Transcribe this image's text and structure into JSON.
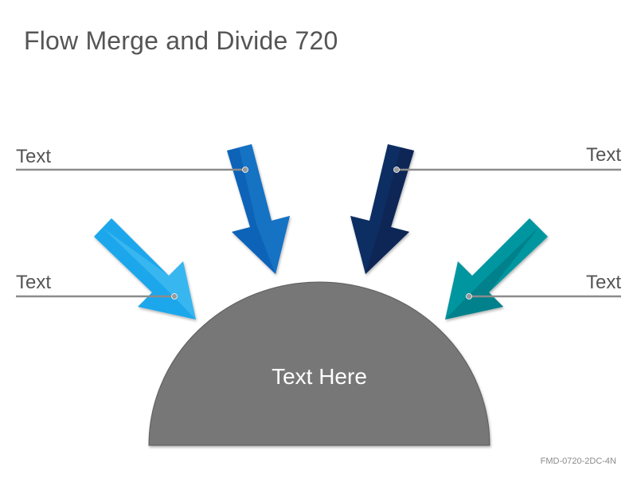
{
  "title": "Flow Merge and Divide 720",
  "labels": {
    "top_left": "Text",
    "top_right": "Text",
    "bottom_left": "Text",
    "bottom_right": "Text"
  },
  "center_text": "Text Here",
  "code": "FMD-0720-2DC-4N",
  "colors": {
    "arrow_light_blue": "#1aa7ec",
    "arrow_blue": "#0a64b8",
    "arrow_navy": "#0b2f63",
    "arrow_teal": "#0096a0",
    "semicircle": "#777777",
    "leader_line": "#888888",
    "title_text": "#555555"
  }
}
